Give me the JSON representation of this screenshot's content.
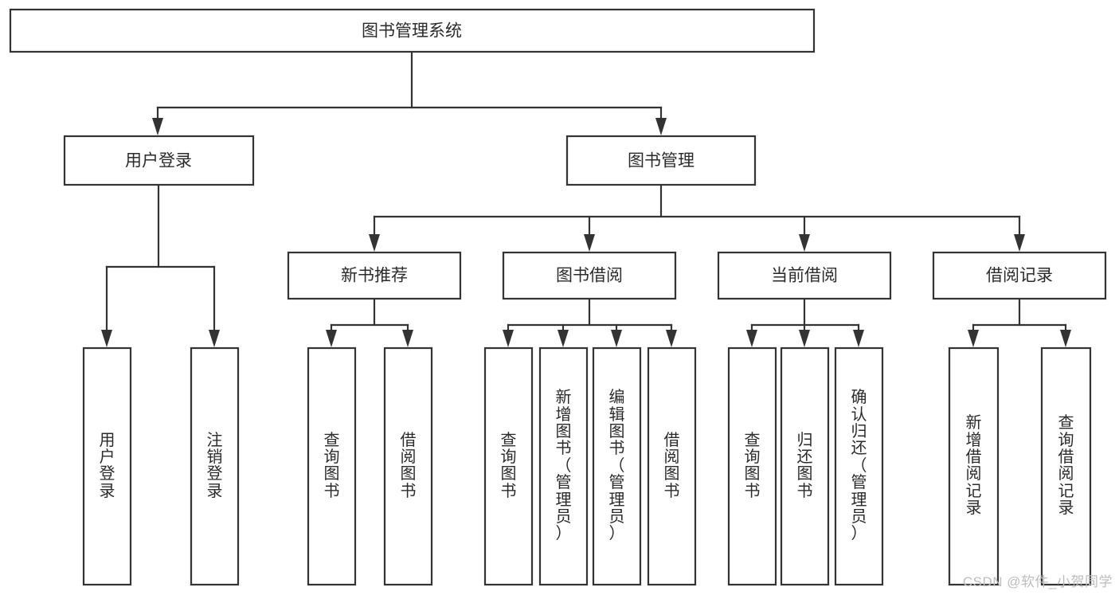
{
  "diagram": {
    "title": "图书管理系统",
    "watermark": "CSDN @软件_小贺同学",
    "accent_color": "#333333",
    "box_fill": "#ffffff",
    "type": "tree-hierarchy-chart",
    "levels": 4
  },
  "nodes": {
    "root": {
      "label": "图书管理系统",
      "level": 1
    },
    "l2": [
      {
        "label": "用户登录",
        "level": 2
      },
      {
        "label": "图书管理",
        "level": 2
      }
    ],
    "l3": [
      {
        "label": "新书推荐",
        "level": 3,
        "parent": "图书管理"
      },
      {
        "label": "图书借阅",
        "level": 3,
        "parent": "图书管理"
      },
      {
        "label": "当前借阅",
        "level": 3,
        "parent": "图书管理"
      },
      {
        "label": "借阅记录",
        "level": 3,
        "parent": "图书管理"
      }
    ],
    "leaves": [
      {
        "label": "用户登录",
        "parent": "用户登录",
        "group": "user-login"
      },
      {
        "label": "注销登录",
        "parent": "用户登录",
        "group": "user-login"
      },
      {
        "label": "查询图书",
        "parent": "新书推荐",
        "group": "new-book"
      },
      {
        "label": "借阅图书",
        "parent": "新书推荐",
        "group": "new-book"
      },
      {
        "label": "查询图书",
        "parent": "图书借阅",
        "group": "book-borrow"
      },
      {
        "label": "新增图书（管理员）",
        "parent": "图书借阅",
        "group": "book-borrow"
      },
      {
        "label": "编辑图书（管理员）",
        "parent": "图书借阅",
        "group": "book-borrow"
      },
      {
        "label": "借阅图书",
        "parent": "图书借阅",
        "group": "book-borrow"
      },
      {
        "label": "查询图书",
        "parent": "当前借阅",
        "group": "current-borrow"
      },
      {
        "label": "归还图书",
        "parent": "当前借阅",
        "group": "current-borrow"
      },
      {
        "label": "确认归还（管理员）",
        "parent": "当前借阅",
        "group": "current-borrow"
      },
      {
        "label": "新增借阅记录",
        "parent": "借阅记录",
        "group": "borrow-record"
      },
      {
        "label": "查询借阅记录",
        "parent": "借阅记录",
        "group": "borrow-record"
      }
    ]
  }
}
